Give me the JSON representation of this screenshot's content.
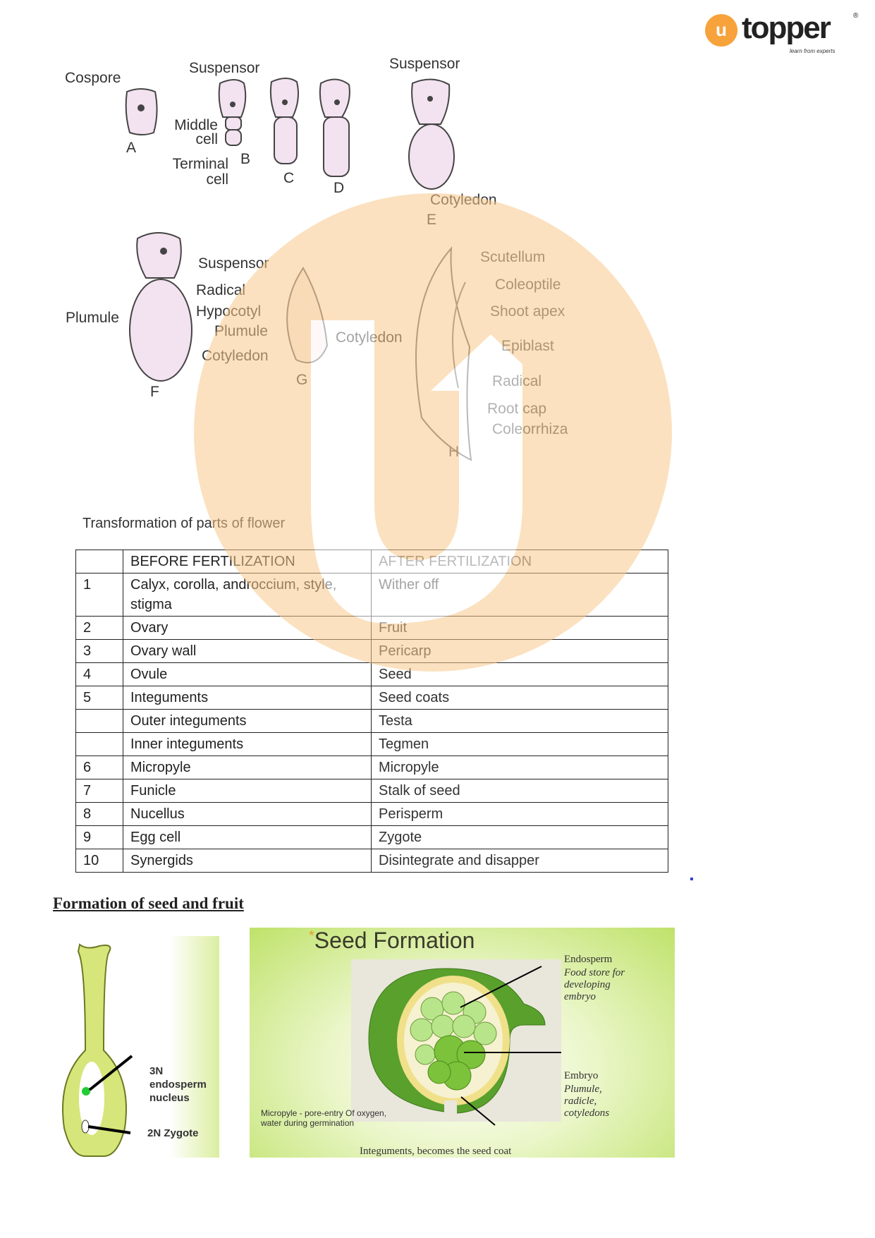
{
  "logo": {
    "brand": "topper",
    "tagline": "learn from experts",
    "mark": "u",
    "registered": "®"
  },
  "embryo_diagram": {
    "top": {
      "cospore": "Cospore",
      "suspensor_b": "Suspensor",
      "middle_cell": "Middle cell",
      "terminal_cell": "Terminal cell",
      "suspensor_e": "Suspensor",
      "cotyledon_e": "Cotyledon",
      "A": "A",
      "B": "B",
      "C": "C",
      "D": "D",
      "E": "E"
    },
    "f": {
      "suspensor": "Suspensor",
      "radical": "Radical",
      "hypocotyl": "Hypocotyl",
      "plumule_right": "Plumule",
      "cotyledon": "Cotyledon",
      "plumule_left": "Plumule",
      "F": "F"
    },
    "g": {
      "cotyledon": "Cotyledon",
      "G": "G"
    },
    "h": {
      "scutellum": "Scutellum",
      "coleoptile": "Coleoptile",
      "shoot_apex": "Shoot apex",
      "epiblast": "Epiblast",
      "radical": "Radical",
      "root_cap": "Root cap",
      "coleorrhiza": "Coleorrhiza",
      "H": "H"
    }
  },
  "table": {
    "title": "Transformation of parts of flower",
    "headers": [
      "",
      "BEFORE FERTILIZATION",
      "AFTER FERTILIZATION"
    ],
    "rows": [
      [
        "1",
        "Calyx, corolla, androccium, style, stigma",
        "Wither off"
      ],
      [
        "2",
        "Ovary",
        "Fruit"
      ],
      [
        "3",
        "Ovary wall",
        "Pericarp"
      ],
      [
        "4",
        "Ovule",
        "Seed"
      ],
      [
        "5",
        "Integuments",
        "Seed coats"
      ],
      [
        "",
        "Outer integuments",
        "Testa"
      ],
      [
        "",
        "Inner integuments",
        "Tegmen"
      ],
      [
        "6",
        "Micropyle",
        "Micropyle"
      ],
      [
        "7",
        "Funicle",
        "Stalk of seed"
      ],
      [
        "8",
        "Nucellus",
        "Perisperm"
      ],
      [
        "9",
        "Egg cell",
        "Zygote"
      ],
      [
        "10",
        "Synergids",
        "Disintegrate and disapper"
      ]
    ]
  },
  "section": {
    "title": "Formation of seed and fruit"
  },
  "left_figure": {
    "endosperm": "3N endosperm nucleus",
    "zygote": "2N Zygote"
  },
  "seed_formation": {
    "title": "Seed Formation",
    "endosperm_title": "Endosperm",
    "endosperm_desc": "Food store for developing embryo",
    "embryo_title": "Embryo",
    "embryo_desc": "Plumule, radicle, cotyledons",
    "micropyle": "Micropyle - pore-entry Of oxygen, water during germination",
    "integuments": "Integuments, becomes the seed coat"
  },
  "colors": {
    "watermark": "#f8c98b",
    "logo_orange": "#f7a23b",
    "seed_green": "#5aa02c",
    "endosperm_green": "#b9e58a"
  }
}
